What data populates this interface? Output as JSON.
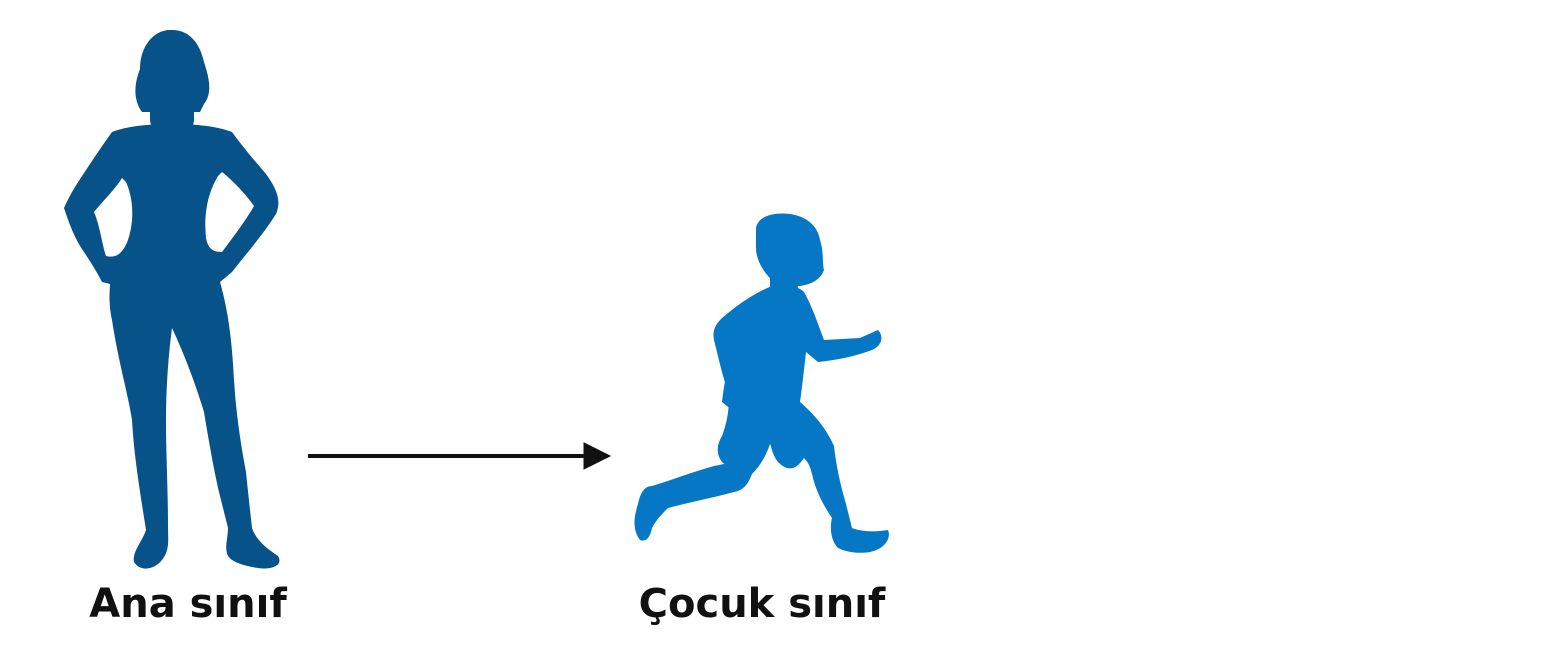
{
  "diagram": {
    "type": "inheritance-illustration",
    "parent": {
      "label": "Ana sınıf",
      "icon": "standing-woman-silhouette-icon",
      "color": "#08528a"
    },
    "child": {
      "label": "Çocuk sınıf",
      "icon": "running-boy-silhouette-icon",
      "color": "#0577c4"
    },
    "connector": {
      "icon": "right-arrow-icon",
      "color": "#111111",
      "from": "parent",
      "to": "child"
    }
  }
}
